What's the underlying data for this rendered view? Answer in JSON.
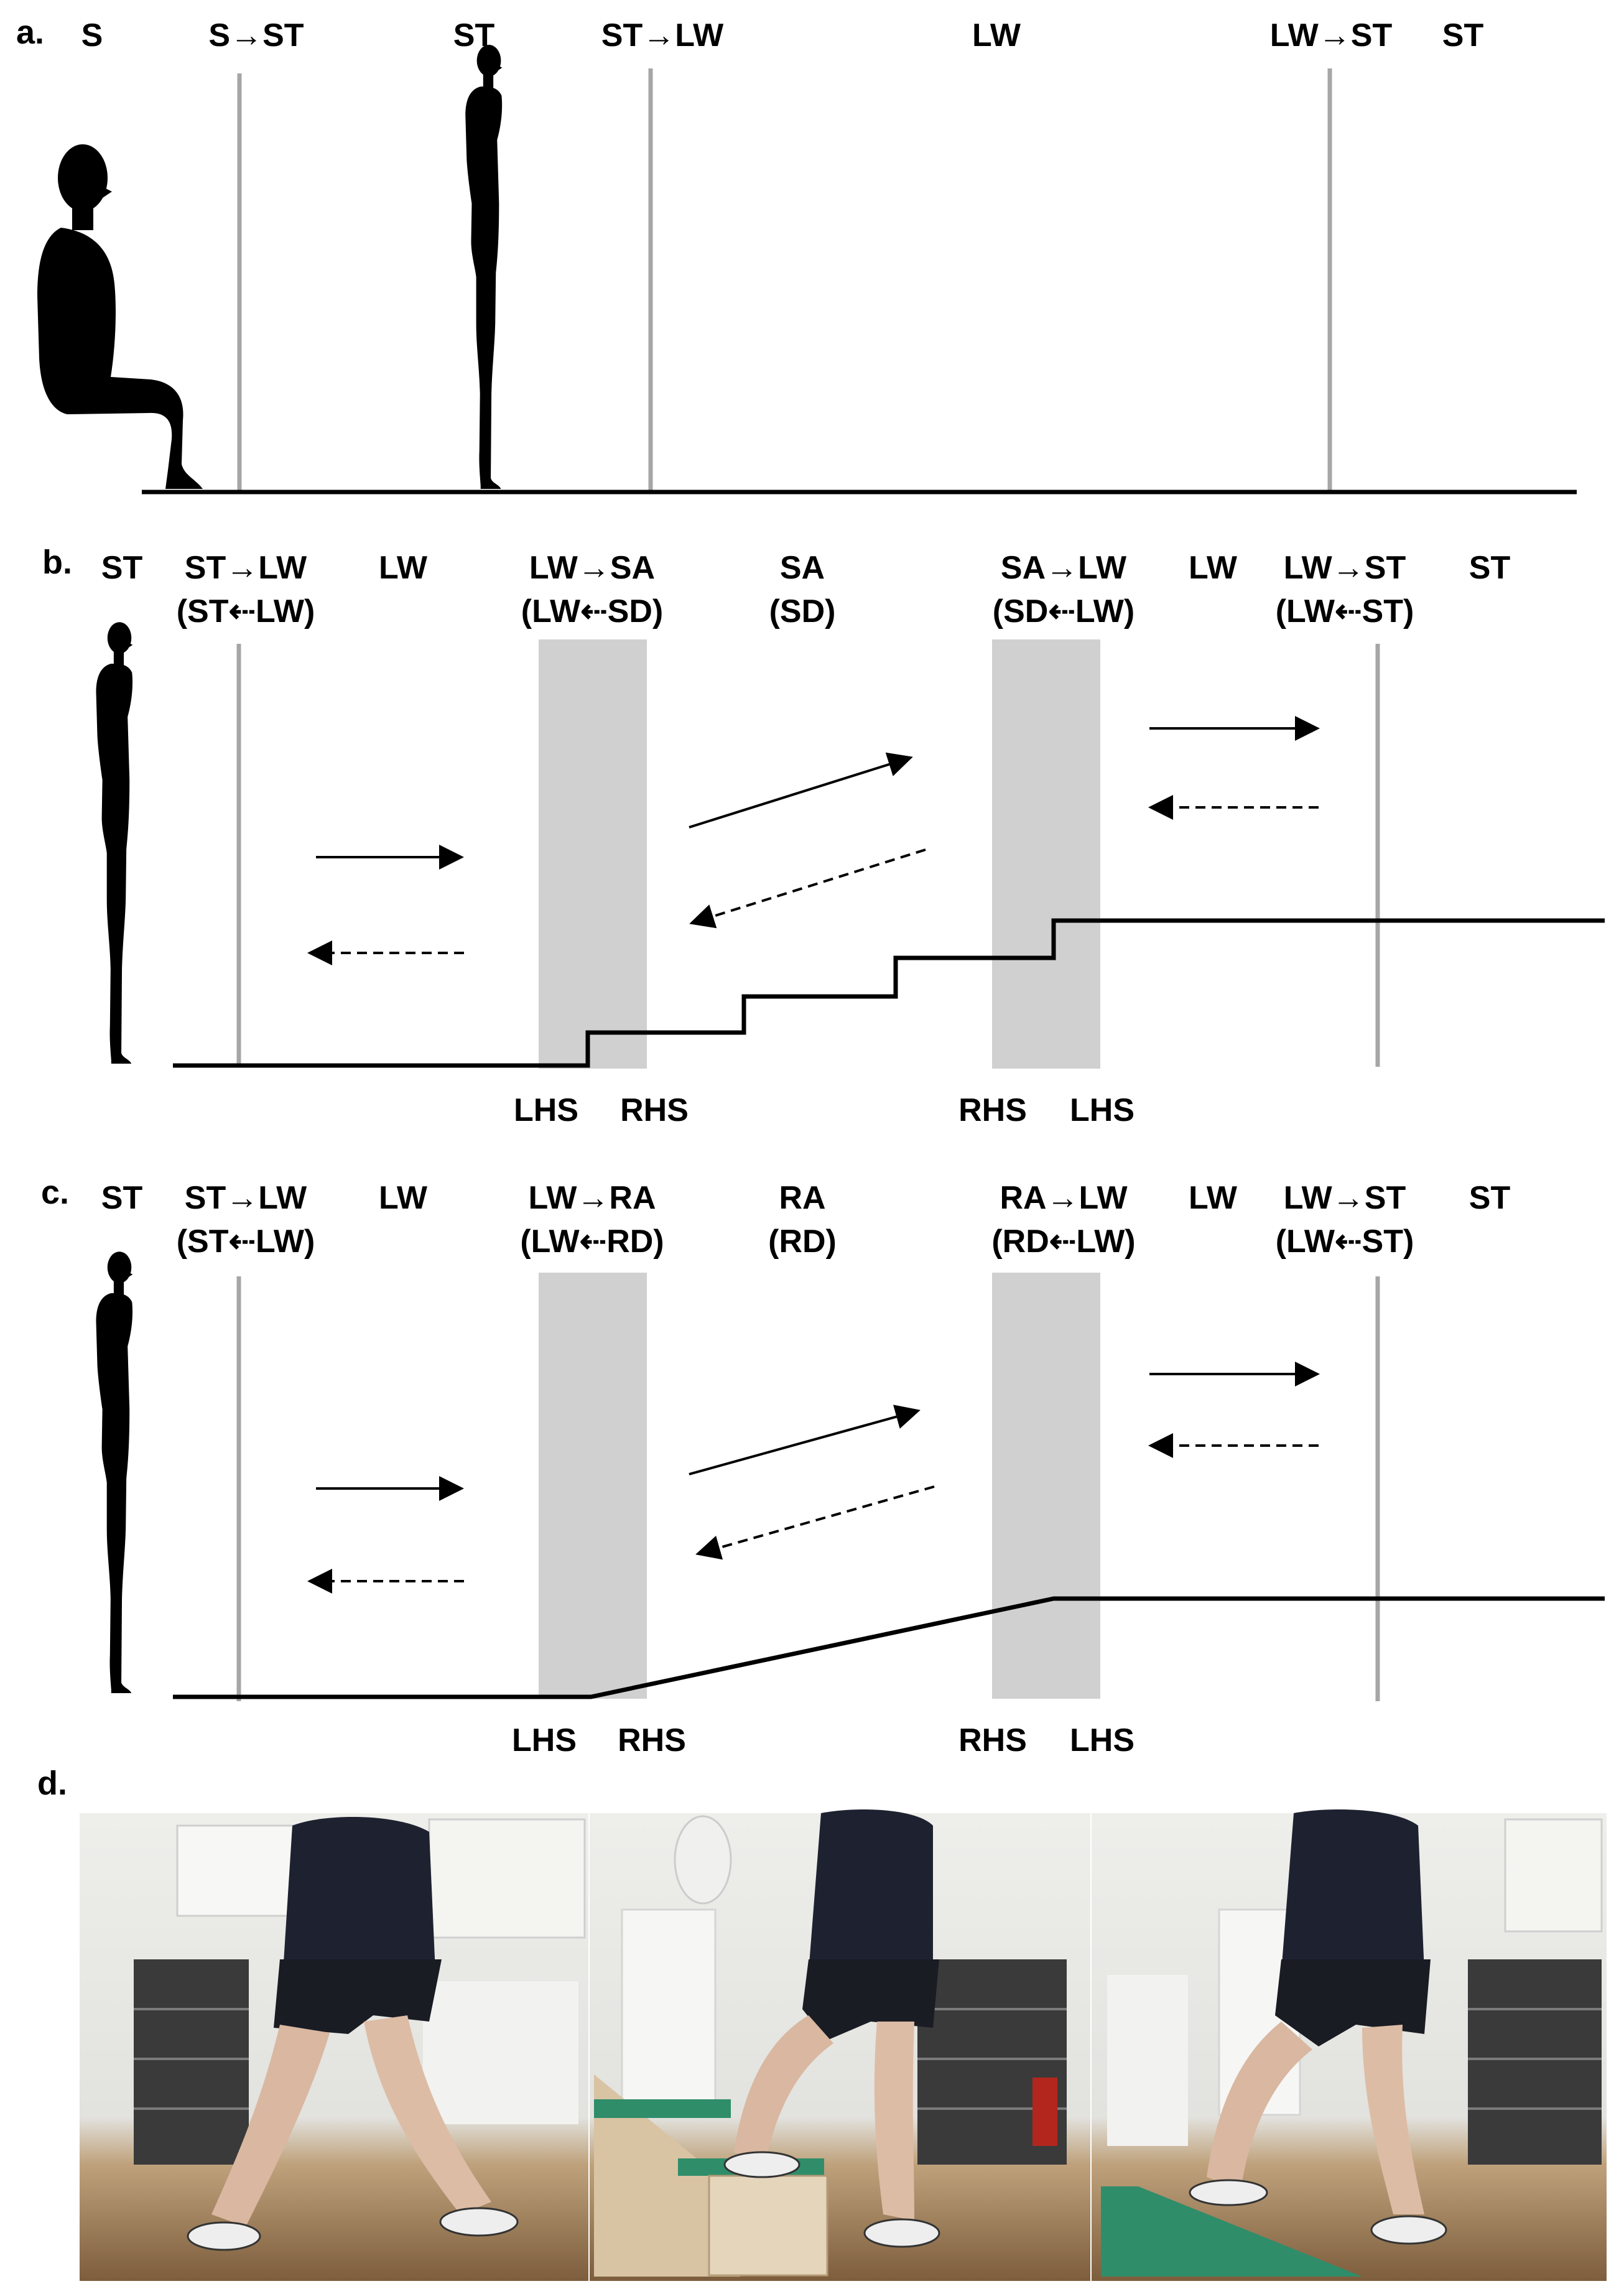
{
  "panel_a": {
    "letter": "a.",
    "labels": [
      "S",
      "S→ST",
      "ST",
      "ST→LW",
      "LW",
      "LW→ST",
      "ST"
    ]
  },
  "panel_b": {
    "letter": "b.",
    "top_labels": [
      "ST",
      "ST→LW",
      "LW",
      "LW→SA",
      "SA",
      "SA→LW",
      "LW",
      "LW→ST",
      "ST"
    ],
    "reverse_labels": [
      "(ST⇠LW)",
      "(LW⇠SD)",
      "(SD)",
      "(SD⇠LW)",
      "(LW⇠ST)"
    ],
    "bottom_labels": [
      "LHS",
      "RHS",
      "RHS",
      "LHS"
    ]
  },
  "panel_c": {
    "letter": "c.",
    "top_labels": [
      "ST",
      "ST→LW",
      "LW",
      "LW→RA",
      "RA",
      "RA→LW",
      "LW",
      "LW→ST",
      "ST"
    ],
    "reverse_labels": [
      "(ST⇠LW)",
      "(LW⇠RD)",
      "(RD)",
      "(RD⇠LW)",
      "(LW⇠ST)"
    ],
    "bottom_labels": [
      "LHS",
      "RHS",
      "RHS",
      "LHS"
    ]
  },
  "panel_d": {
    "letter": "d.",
    "photos": [
      "level-walking-photo",
      "stair-ascent-photo",
      "ramp-ascent-photo"
    ]
  },
  "colors": {
    "divider": "#a6a6a6",
    "transition_band": "#d0d0d0",
    "ground": "#000000",
    "silhouette": "#000000",
    "floor": "#8a6a45",
    "wall": "#e9e9e6"
  }
}
